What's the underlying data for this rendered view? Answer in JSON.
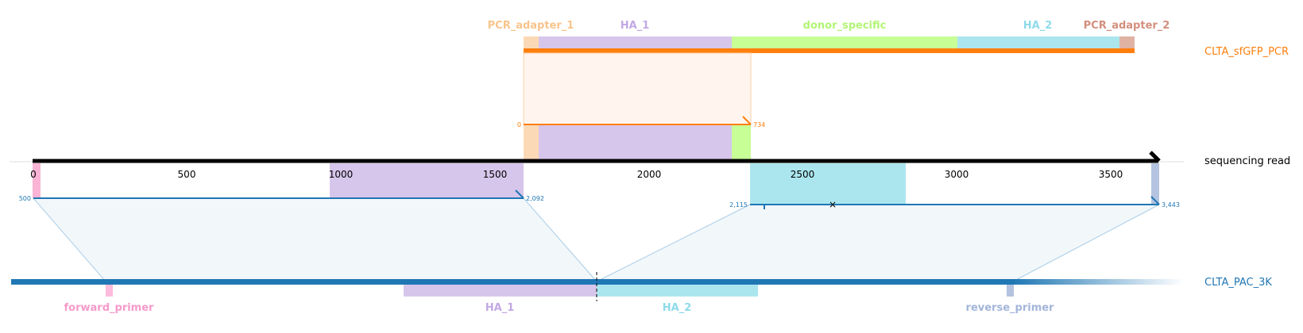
{
  "references": {
    "top": {
      "name": "CLTA_sfGFP_PCR",
      "color": "#ff7f0e",
      "features": [
        {
          "label": "PCR_adapter_1",
          "color": "#fbd9b6",
          "text_color": "#f8c48c"
        },
        {
          "label": "HA_1",
          "color": "#d7c6eb",
          "text_color": "#c3a8e4"
        },
        {
          "label": "donor_specific",
          "color": "#c8fe96",
          "text_color": "#b2f575"
        },
        {
          "label": "HA_2",
          "color": "#abe6ef",
          "text_color": "#8fdbeb"
        },
        {
          "label": "PCR_adapter_2",
          "color": "#dfb2a4",
          "text_color": "#d38f7d"
        }
      ]
    },
    "read": {
      "name": "sequencing read",
      "color": "#000000",
      "ticks": [
        "0",
        "500",
        "1000",
        "1500",
        "2000",
        "2500",
        "3000",
        "3500"
      ]
    },
    "bottom": {
      "name": "CLTA_PAC_3K",
      "color": "#1f77b4",
      "features": [
        {
          "label": "forward_primer",
          "color": "#fdbcdc",
          "text_color": "#f59acb"
        },
        {
          "label": "HA_1",
          "color": "#d7c6eb",
          "text_color": "#c3a8e4"
        },
        {
          "label": "HA_2",
          "color": "#abe6ef",
          "text_color": "#8fdbeb"
        },
        {
          "label": "reverse_primer",
          "color": "#b3c3e0",
          "text_color": "#a3b6da"
        }
      ]
    }
  },
  "alignments": {
    "top_alignment": {
      "start": "0",
      "end": "734",
      "color": "#ff7f0e"
    },
    "bottom_left": {
      "start": "500",
      "end": "2,092",
      "color": "#1f77b4"
    },
    "bottom_right": {
      "start": "2,115",
      "end": "3,443",
      "color": "#1f77b4"
    }
  },
  "markers": {
    "mismatch": "×"
  }
}
